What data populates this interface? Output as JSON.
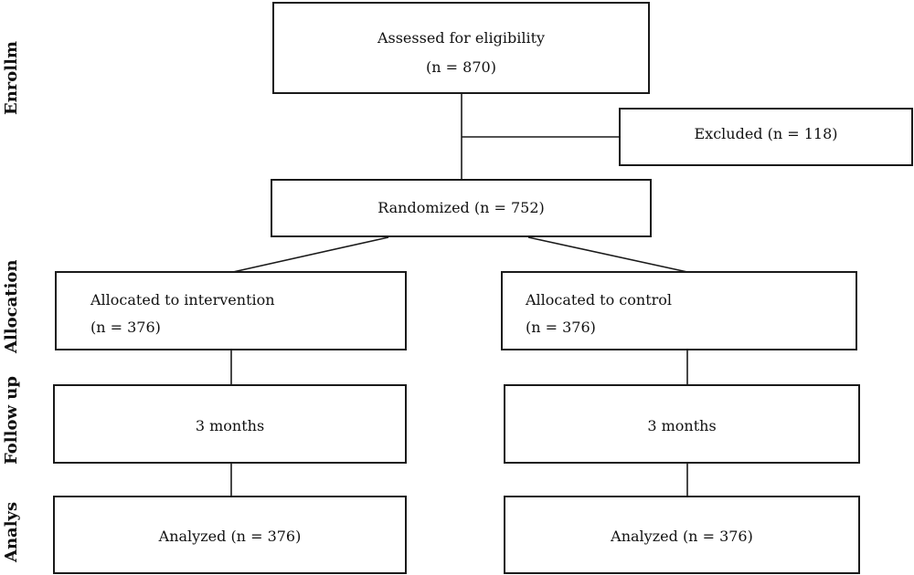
{
  "stages": {
    "enrollment": "Enrollm",
    "allocation": "Allocation",
    "follow_up": "Follow up",
    "analysis": "Analys"
  },
  "assessed": {
    "label": "Assessed for eligibility",
    "count": "(n = 870)"
  },
  "excluded": {
    "label": "Excluded (n = 118)"
  },
  "randomized": {
    "label": "Randomized (n = 752)"
  },
  "intervention": {
    "label": "Allocated to intervention",
    "count": "(n = 376)",
    "follow_up": "3 months",
    "analyzed": "Analyzed (n = 376)"
  },
  "control": {
    "label": "Allocated to control",
    "count": "(n = 376)",
    "follow_up": "3 months",
    "analyzed": "Analyzed (n = 376)"
  }
}
